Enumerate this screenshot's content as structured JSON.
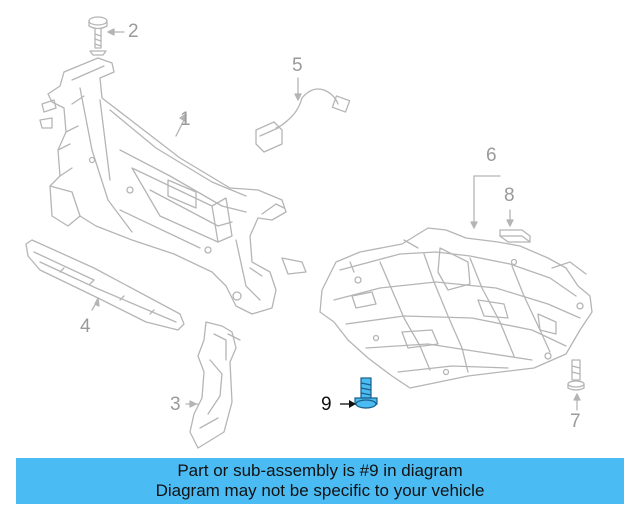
{
  "callouts": {
    "c1": "1",
    "c2": "2",
    "c3": "3",
    "c4": "4",
    "c5": "5",
    "c6": "6",
    "c7": "7",
    "c8": "8",
    "c9": "9"
  },
  "highlight_color": "#4bbcf3",
  "line_color": "#b5b5b5",
  "banner": {
    "line1": "Part or sub-assembly is #9 in diagram",
    "line2": "Diagram may not be specific to your vehicle"
  }
}
